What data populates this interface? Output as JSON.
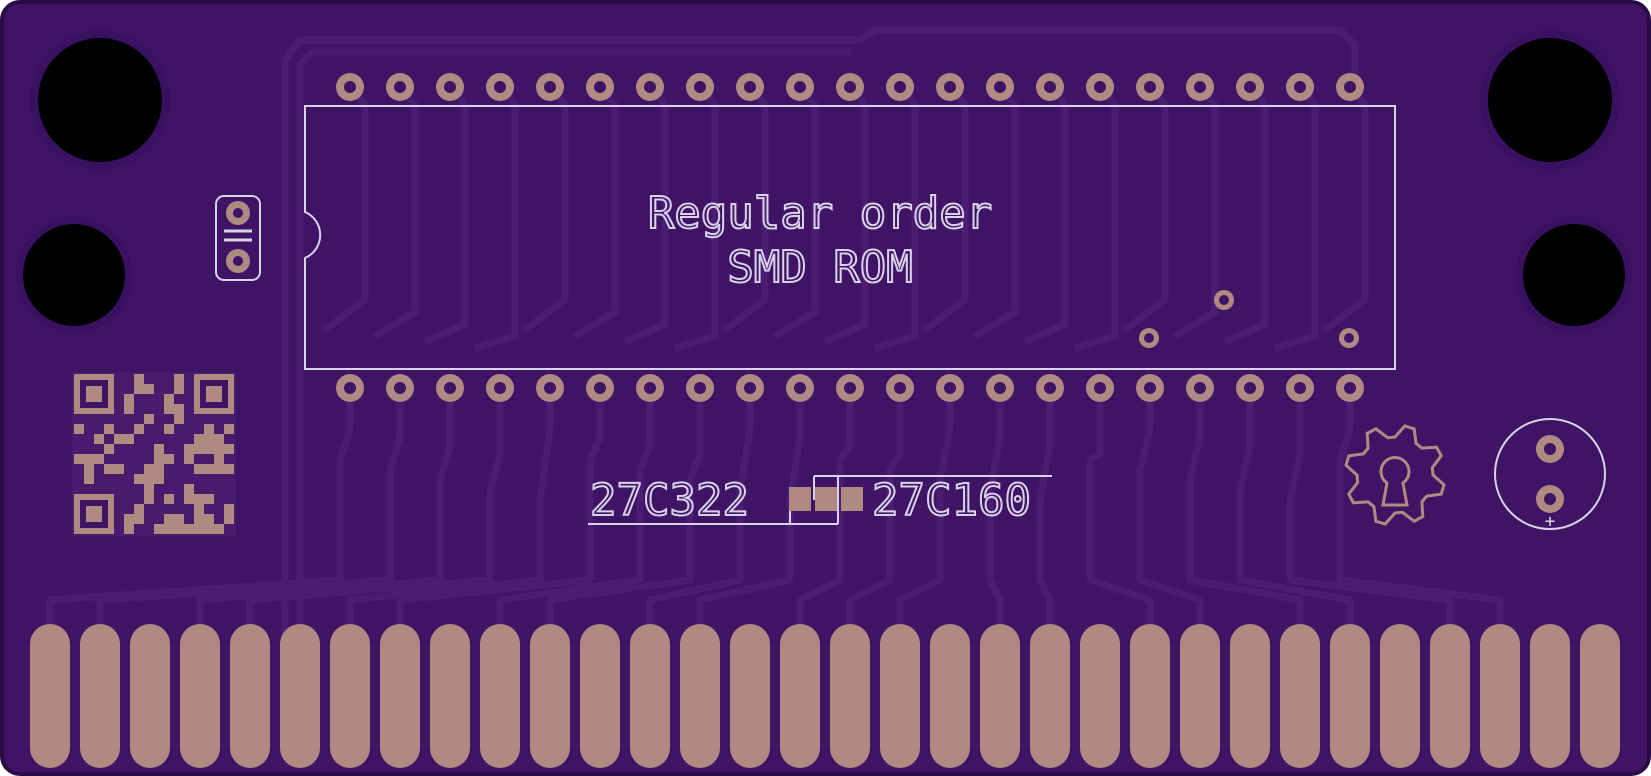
{
  "board": {
    "colors": {
      "substrate": "#3f1464",
      "outline": "#2a0a45",
      "trace": "#451a6e",
      "trace_edge": "#55287f",
      "copper": "#b08a82",
      "silkscreen": "#d9d2ea",
      "hole": "#000000"
    },
    "chip_label": {
      "line1": "Regular order",
      "line2": "SMD ROM"
    },
    "jumper_labels": {
      "left": "27C322",
      "right": "27C160"
    },
    "polarity_mark": "+",
    "top_pin_count": 21,
    "bottom_pin_count": 21,
    "edge_finger_count": 32,
    "icons": [
      "qr-code-icon",
      "open-hardware-gear-icon",
      "capacitor-footprint-icon"
    ]
  }
}
